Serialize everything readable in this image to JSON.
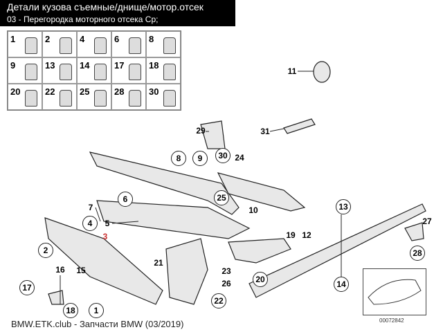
{
  "header": {
    "title": "Детали кузова съемные/днище/мотор.отсек",
    "subtitle": "03 - Перегородка моторного отсека Ср;"
  },
  "parts_grid": [
    "1",
    "2",
    "4",
    "6",
    "8",
    "9",
    "13",
    "14",
    "17",
    "18",
    "20",
    "22",
    "25",
    "28",
    "30"
  ],
  "callouts": [
    {
      "label": "11",
      "circled": false
    },
    {
      "label": "29",
      "circled": false
    },
    {
      "label": "31",
      "circled": false
    },
    {
      "label": "30",
      "circled": true
    },
    {
      "label": "8",
      "circled": true
    },
    {
      "label": "9",
      "circled": true
    },
    {
      "label": "24",
      "circled": false
    },
    {
      "label": "6",
      "circled": true
    },
    {
      "label": "25",
      "circled": true
    },
    {
      "label": "7",
      "circled": false
    },
    {
      "label": "10",
      "circled": false
    },
    {
      "label": "13",
      "circled": true
    },
    {
      "label": "27",
      "circled": false
    },
    {
      "label": "4",
      "circled": true
    },
    {
      "label": "5",
      "circled": false
    },
    {
      "label": "19",
      "circled": false
    },
    {
      "label": "12",
      "circled": false
    },
    {
      "label": "3",
      "circled": false
    },
    {
      "label": "2",
      "circled": true
    },
    {
      "label": "28",
      "circled": true
    },
    {
      "label": "21",
      "circled": false
    },
    {
      "label": "16",
      "circled": false
    },
    {
      "label": "15",
      "circled": false
    },
    {
      "label": "23",
      "circled": false
    },
    {
      "label": "26",
      "circled": false
    },
    {
      "label": "20",
      "circled": true
    },
    {
      "label": "14",
      "circled": true
    },
    {
      "label": "17",
      "circled": true
    },
    {
      "label": "22",
      "circled": true
    },
    {
      "label": "18",
      "circled": true
    },
    {
      "label": "1",
      "circled": true
    }
  ],
  "footer": "BMW.ETK.club - Запчасти BMW (03/2019)",
  "diagram_code": "00072842"
}
